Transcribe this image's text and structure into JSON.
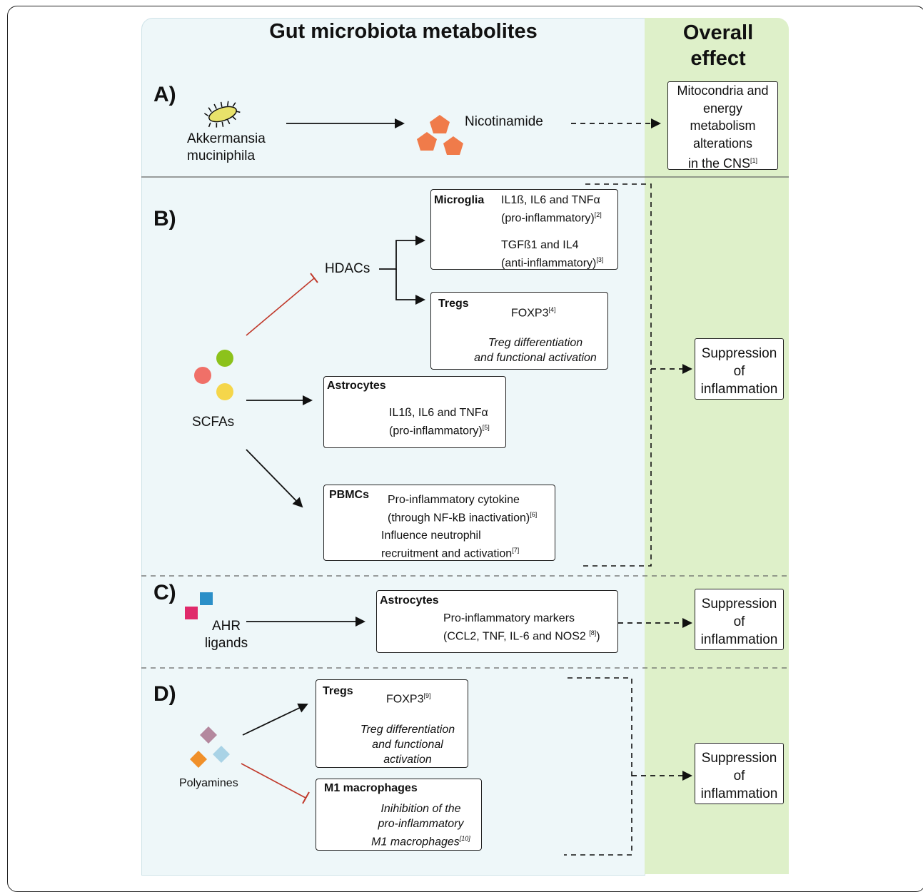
{
  "headers": {
    "left": "Gut microbiota metabolites",
    "right_line1": "Overall",
    "right_line2": "effect"
  },
  "sections": {
    "a": {
      "letter": "A)",
      "source_line1": "Akkermansia",
      "source_line2": "muciniphila",
      "metabolite": "Nicotinamide",
      "effect_lines": [
        "Mitocondria and",
        "energy",
        "metabolism",
        "alterations",
        "in the CNS"
      ],
      "effect_ref": "[1]"
    },
    "b": {
      "letter": "B)",
      "metabolite": "SCFAs",
      "hdacs": "HDACs",
      "microglia": {
        "title": "Microglia",
        "down_line1": "IL1ß, IL6 and TNFα",
        "down_line2": "(pro-inflammatory)",
        "down_ref": "[2]",
        "up_line1": "TGFß1 and IL4",
        "up_line2": "(anti-inflammatory)",
        "up_ref": "[3]"
      },
      "tregs": {
        "title": "Tregs",
        "marker": "FOXP3",
        "marker_ref": "[4]",
        "result_line1": "Treg differentiation",
        "result_line2": "and functional activation"
      },
      "astrocytes": {
        "title": "Astrocytes",
        "line1": "IL1ß, IL6 and TNFα",
        "line2": "(pro-inflammatory)",
        "ref": "[5]"
      },
      "pbmcs": {
        "title": "PBMCs",
        "line1": "Pro-inflammatory cytokine",
        "line2": "(through NF-kB inactivation)",
        "ref1": "[6]",
        "line3": "Influence neutrophil",
        "line4": "recruitment and activation",
        "ref2": "[7]"
      },
      "effect_lines": [
        "Suppression",
        "of",
        "inflammation"
      ]
    },
    "c": {
      "letter": "C)",
      "metabolite_line1": "AHR",
      "metabolite_line2": "ligands",
      "astrocytes": {
        "title": "Astrocytes",
        "line1": "Pro-inflammatory markers",
        "line2": "(CCL2, TNF, IL-6 and NOS2 ",
        "ref": "[8]",
        "line2_end": ")"
      },
      "effect_lines": [
        "Suppression",
        "of",
        "inflammation"
      ]
    },
    "d": {
      "letter": "D)",
      "metabolite": "Polyamines",
      "tregs": {
        "title": "Tregs",
        "marker": "FOXP3",
        "marker_ref": "[9]",
        "result_line1": "Treg differentiation",
        "result_line2": "and functional",
        "result_line3": "activation"
      },
      "m1": {
        "title": "M1 macrophages",
        "line1": "Inihibition of the",
        "line2": "pro-inflammatory",
        "line3": "M1 macrophages",
        "ref": "[10]"
      },
      "effect_lines": [
        "Suppression",
        "of",
        "inflammation"
      ]
    }
  },
  "colors": {
    "left_panel": "#eef7f9",
    "right_panel": "#def0c9",
    "down_arrow": "#c0392b",
    "up_arrow": "#6aa84f",
    "inhibit_line": "#c0392b",
    "nicotinamide": "#f07b4a",
    "scfa_red": "#f07068",
    "scfa_green": "#8cc21b",
    "scfa_yellow": "#f5d64a",
    "ahr_pink": "#e02a6b",
    "ahr_blue": "#2b8fc8",
    "poly_mauve": "#b4889e",
    "poly_orange": "#f0902a",
    "poly_lightblue": "#a9d3e6"
  }
}
